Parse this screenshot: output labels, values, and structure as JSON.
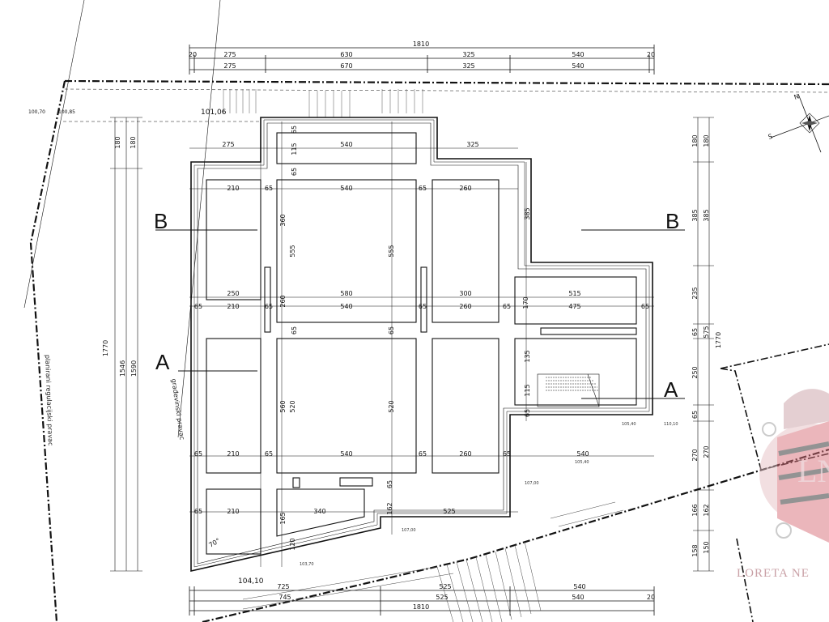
{
  "top_dims_row1": [
    "20",
    "275",
    "630",
    "325",
    "540",
    "20"
  ],
  "top_total": "1810",
  "top_dims_row2": [
    "275",
    "670",
    "325",
    "540"
  ],
  "bottom_dims_row1": [
    "725",
    "525",
    "540"
  ],
  "bottom_dims_row2": [
    "745",
    "525",
    "540",
    "20"
  ],
  "bottom_total": "1810",
  "interior_top_row": [
    "275",
    "540",
    "325"
  ],
  "row_a": [
    "210",
    "65",
    "540",
    "65",
    "260"
  ],
  "row_mid1": [
    "250",
    "580",
    "300",
    "515"
  ],
  "row_mid2": [
    "65",
    "210",
    "65",
    "540",
    "65",
    "260",
    "65",
    "475",
    "65"
  ],
  "row_bottom": [
    "65",
    "210",
    "65",
    "540",
    "65",
    "260",
    "65",
    "540"
  ],
  "row_last": [
    "65",
    "210",
    "340",
    "525"
  ],
  "left_dims_outer": [
    "180",
    "1770"
  ],
  "left_dims_inner": [
    "180",
    "1546",
    "1590"
  ],
  "right_dims_outer": [
    "180",
    "385",
    "235",
    "65",
    "250",
    "65",
    "270",
    "166",
    "150"
  ],
  "right_dims_inner": [
    "180",
    "385",
    "575",
    "1770",
    "270",
    "162",
    "158"
  ],
  "interior_vert": [
    "65",
    "115",
    "65",
    "385",
    "360",
    "555",
    "555",
    "260",
    "65",
    "65",
    "560",
    "520",
    "520",
    "135",
    "115",
    "65",
    "165",
    "120",
    "162",
    "170",
    "65"
  ],
  "elevations": {
    "e1": "100,70",
    "e2": "100,85",
    "e3": "101,06",
    "e4": "104,10"
  },
  "tiny_levels": [
    "105,40",
    "110,10",
    "105,40",
    "107,00",
    "107,00",
    "103,70"
  ],
  "angle": "70°",
  "sections": {
    "b_left": "B",
    "b_right": "B",
    "a_left": "A",
    "a_right": "A"
  },
  "labels": {
    "regulation_line": "planirani regulacijski pravac",
    "building_line": "građevinski pravac"
  },
  "compass_marks": {
    "n": "N",
    "s": "S"
  },
  "watermark": {
    "text": "LORETA NE",
    "monogram": "LN"
  }
}
